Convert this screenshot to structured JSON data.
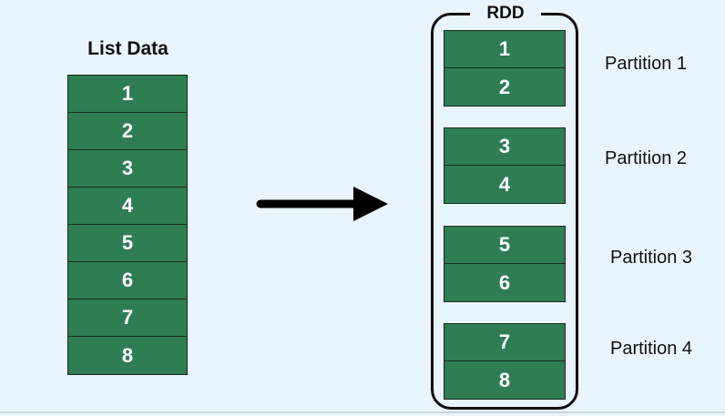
{
  "list": {
    "title": "List Data",
    "items": [
      "1",
      "2",
      "3",
      "4",
      "5",
      "6",
      "7",
      "8"
    ]
  },
  "rdd": {
    "title": "RDD",
    "partitions": [
      {
        "label": "Partition 1",
        "items": [
          "1",
          "2"
        ]
      },
      {
        "label": "Partition 2",
        "items": [
          "3",
          "4"
        ]
      },
      {
        "label": "Partition 3",
        "items": [
          "5",
          "6"
        ]
      },
      {
        "label": "Partition 4",
        "items": [
          "7",
          "8"
        ]
      }
    ]
  },
  "colors": {
    "background": "#e9f5fc",
    "cell_fill": "#2f7d53",
    "cell_text": "#ffffff",
    "outline": "#111111"
  },
  "icons": {
    "arrow": "arrow-right-icon"
  }
}
